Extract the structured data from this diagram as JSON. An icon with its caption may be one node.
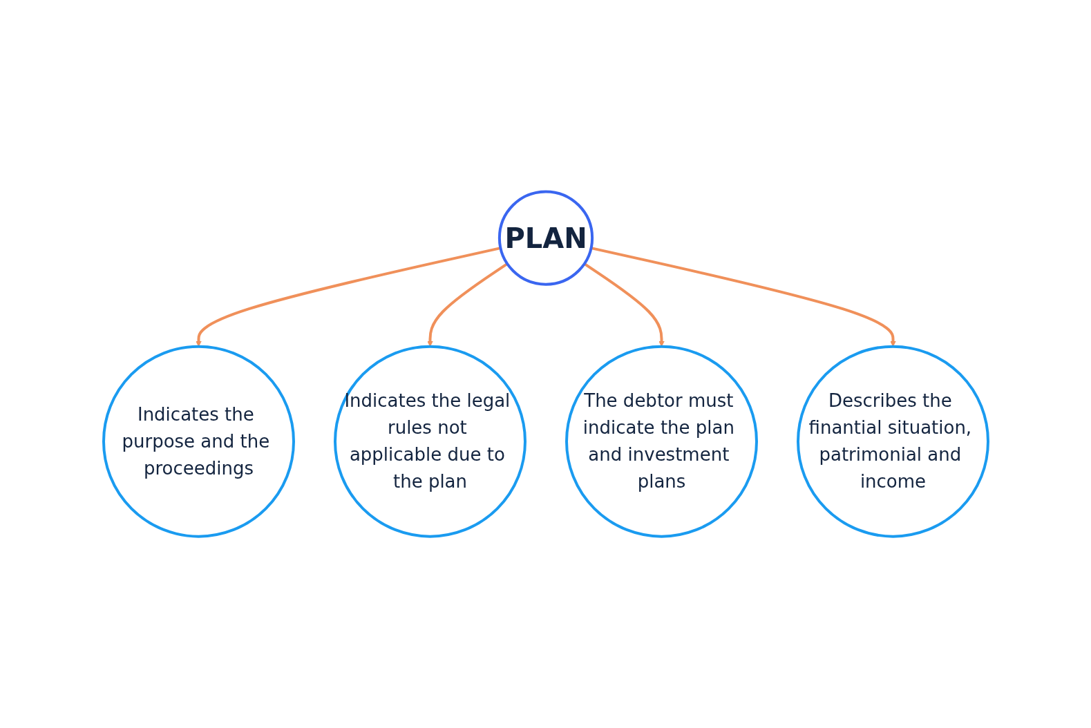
{
  "diagram": {
    "nodes": [
      {
        "text": [
          "Indicates the purpose and the proceedings"
        ]
      },
      {
        "text": [
          "Indicates the legal rules not applicable due to the plan"
        ]
      },
      {
        "text": [
          "PLAN"
        ]
      },
      {
        "text": [
          "The debtor must indicate the plan and investment plans"
        ]
      },
      {
        "text": [
          "Describes the finantial situation, patrimonial and income"
        ]
      }
    ],
    "edges": [
      {
        "from": 2,
        "to": 0,
        "arrow": "to"
      },
      {
        "from": 2,
        "to": 1,
        "arrow": "to"
      },
      {
        "from": 2,
        "to": 3,
        "arrow": "to"
      },
      {
        "from": 2,
        "to": 4,
        "arrow": "to"
      }
    ]
  }
}
